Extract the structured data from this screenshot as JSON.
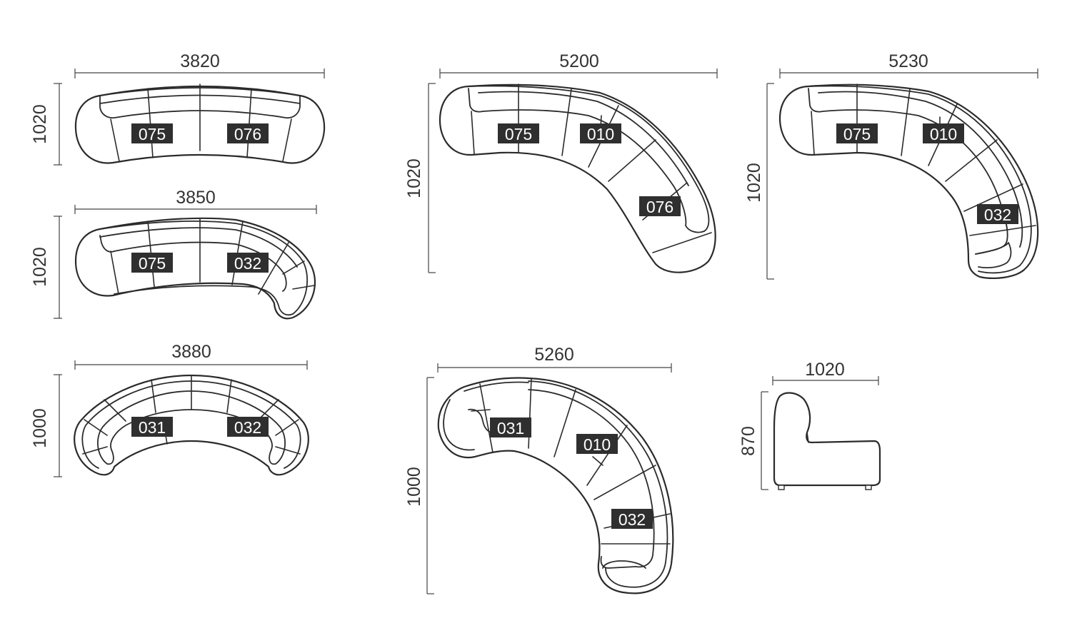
{
  "colors": {
    "line": "#2b2b2b",
    "label_bg": "#2f2f2f",
    "label_text": "#ffffff",
    "dim_text": "#333333"
  },
  "dims": {
    "d1": {
      "width": "3820",
      "depth": "1020"
    },
    "d2": {
      "width": "3850",
      "depth": "1020"
    },
    "d3": {
      "width": "3880",
      "depth": "1000"
    },
    "d4": {
      "width": "5200",
      "depth": "1020"
    },
    "d5": {
      "width": "5230",
      "depth": "1020"
    },
    "d6": {
      "width": "5260",
      "depth": "1000"
    },
    "d7": {
      "width": "1020",
      "height": "870"
    }
  },
  "modules": {
    "d1": [
      "075",
      "076"
    ],
    "d2": [
      "075",
      "032"
    ],
    "d3": [
      "031",
      "032"
    ],
    "d4": [
      "075",
      "010",
      "076"
    ],
    "d5": [
      "075",
      "010",
      "032"
    ],
    "d6": [
      "031",
      "010",
      "032"
    ]
  }
}
